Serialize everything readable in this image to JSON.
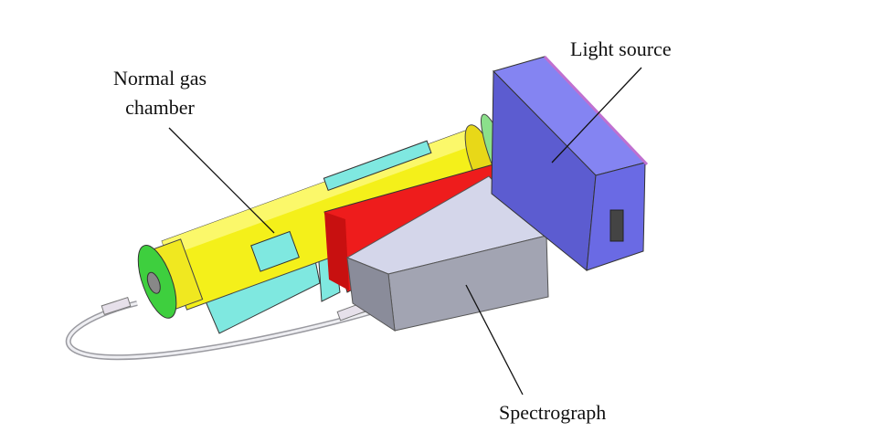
{
  "figure": {
    "labels": {
      "gas_chamber_line1": "Normal gas",
      "gas_chamber_line2": "chamber",
      "light_source": "Light source",
      "spectrograph": "Spectrograph"
    },
    "colors": {
      "chamber": "#f4f01a",
      "flange": "#3ecf3e",
      "bracket": "#7fe8e0",
      "plate": "#ee1c1c",
      "spectrograph_top": "#d4d6ea",
      "spectrograph_front": "#a2a4b2",
      "light_source_top": "#8484f2",
      "light_source_side": "#5c5cd0",
      "light_source_edge": "#c070d0"
    }
  }
}
